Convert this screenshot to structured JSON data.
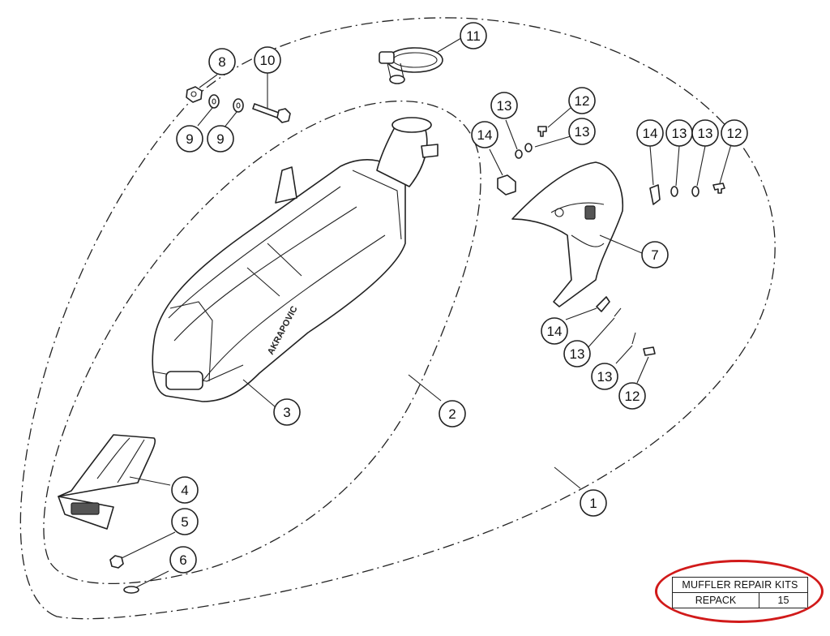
{
  "callouts": {
    "c1": "1",
    "c2": "2",
    "c3": "3",
    "c4": "4",
    "c5": "5",
    "c6": "6",
    "c7": "7",
    "c8": "8",
    "c9a": "9",
    "c9b": "9",
    "c10": "10",
    "c11": "11",
    "c12a": "12",
    "c12b": "12",
    "c12c": "12",
    "c13a": "13",
    "c13b": "13",
    "c13c": "13",
    "c13d": "13",
    "c13e": "13",
    "c13f": "13",
    "c14a": "14",
    "c14b": "14",
    "c14c": "14"
  },
  "brand_mark": "AKRAPOVIC",
  "repair_kits": {
    "title": "MUFFLER REPAIR KITS",
    "rows": [
      {
        "name": "REPACK",
        "number": "15"
      }
    ]
  },
  "colors": {
    "line": "#222222",
    "highlight": "#d11a1a",
    "background": "#ffffff"
  }
}
